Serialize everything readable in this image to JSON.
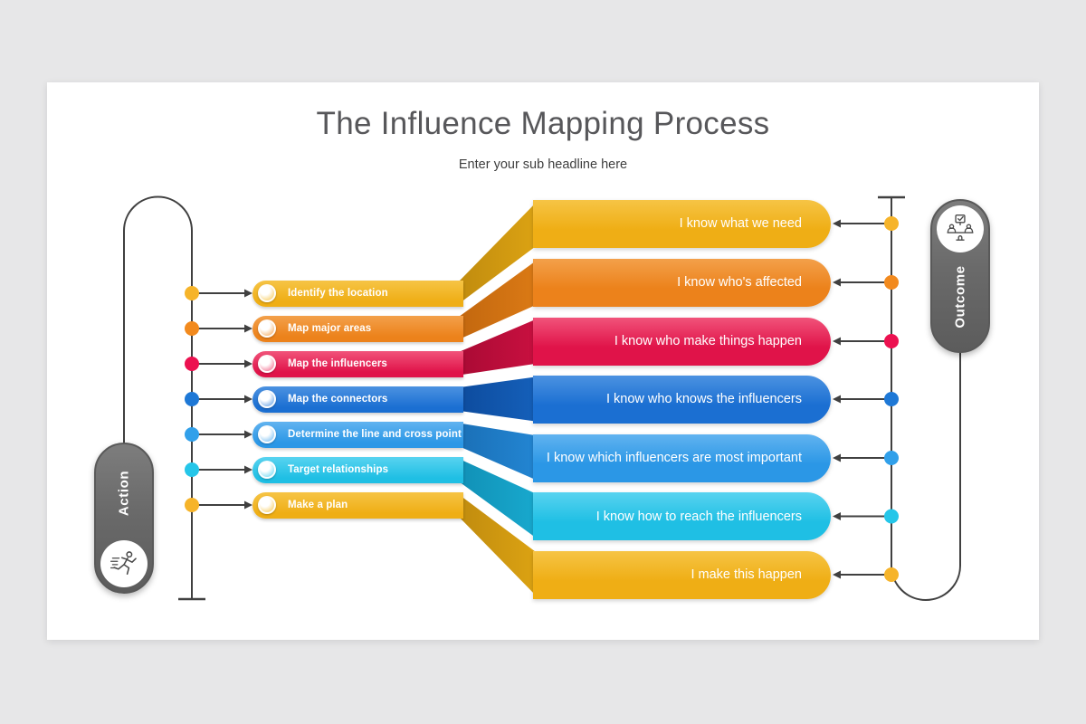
{
  "title": "The Influence Mapping Process",
  "subtitle": "Enter your sub headline here",
  "left_rail": {
    "label": "Action",
    "icon": "running-person-icon"
  },
  "right_rail": {
    "label": "Outcome",
    "icon": "meeting-check-icon"
  },
  "rows": [
    {
      "action": "Identify the location",
      "outcome": "I know what we need",
      "color": {
        "base": "#EFAE15",
        "light": "#F6C445",
        "fold": "#C08B0E",
        "fold2": "#DCA313",
        "dot": "#F6B42A"
      }
    },
    {
      "action": "Map major areas",
      "outcome": "I know who's affected",
      "color": {
        "base": "#EC821B",
        "light": "#F3A04A",
        "fold": "#C2670F",
        "fold2": "#DB7A15",
        "dot": "#F28A1E"
      }
    },
    {
      "action": "Map the influencers",
      "outcome": "I know who make things happen",
      "color": {
        "base": "#E01349",
        "light": "#F1537A",
        "fold": "#A90A34",
        "fold2": "#C91040",
        "dot": "#EC1150"
      }
    },
    {
      "action": "Map the connectors",
      "outcome": "I know who knows the influencers",
      "color": {
        "base": "#1B6FD2",
        "light": "#4B92E1",
        "fold": "#0D4B9D",
        "fold2": "#1560BA",
        "dot": "#1E78D6"
      }
    },
    {
      "action": "Determine the line and cross point",
      "outcome": "I know which influencers are most important",
      "color": {
        "base": "#2B97E6",
        "light": "#61B3F0",
        "fold": "#1A6FB6",
        "fold2": "#2386D3",
        "dot": "#31A0EA"
      }
    },
    {
      "action": "Target relationships",
      "outcome": "I know how to reach the influencers",
      "color": {
        "base": "#1FBFE4",
        "light": "#58D3F0",
        "fold": "#1190B6",
        "fold2": "#18A9CE",
        "dot": "#25C6E9"
      }
    },
    {
      "action": "Make a plan",
      "outcome": "I make this happen",
      "color": {
        "base": "#EFAE15",
        "light": "#F6C445",
        "fold": "#C08B0E",
        "fold2": "#DCA313",
        "dot": "#F6B42A"
      }
    }
  ],
  "theme": {
    "page_bg": "#E7E7E8",
    "card_bg": "#FFFFFF",
    "line_color": "#404040",
    "rail_gray": "#6E6E6E",
    "title_color": "#57575A",
    "subtitle_color": "#3E3E3E"
  }
}
